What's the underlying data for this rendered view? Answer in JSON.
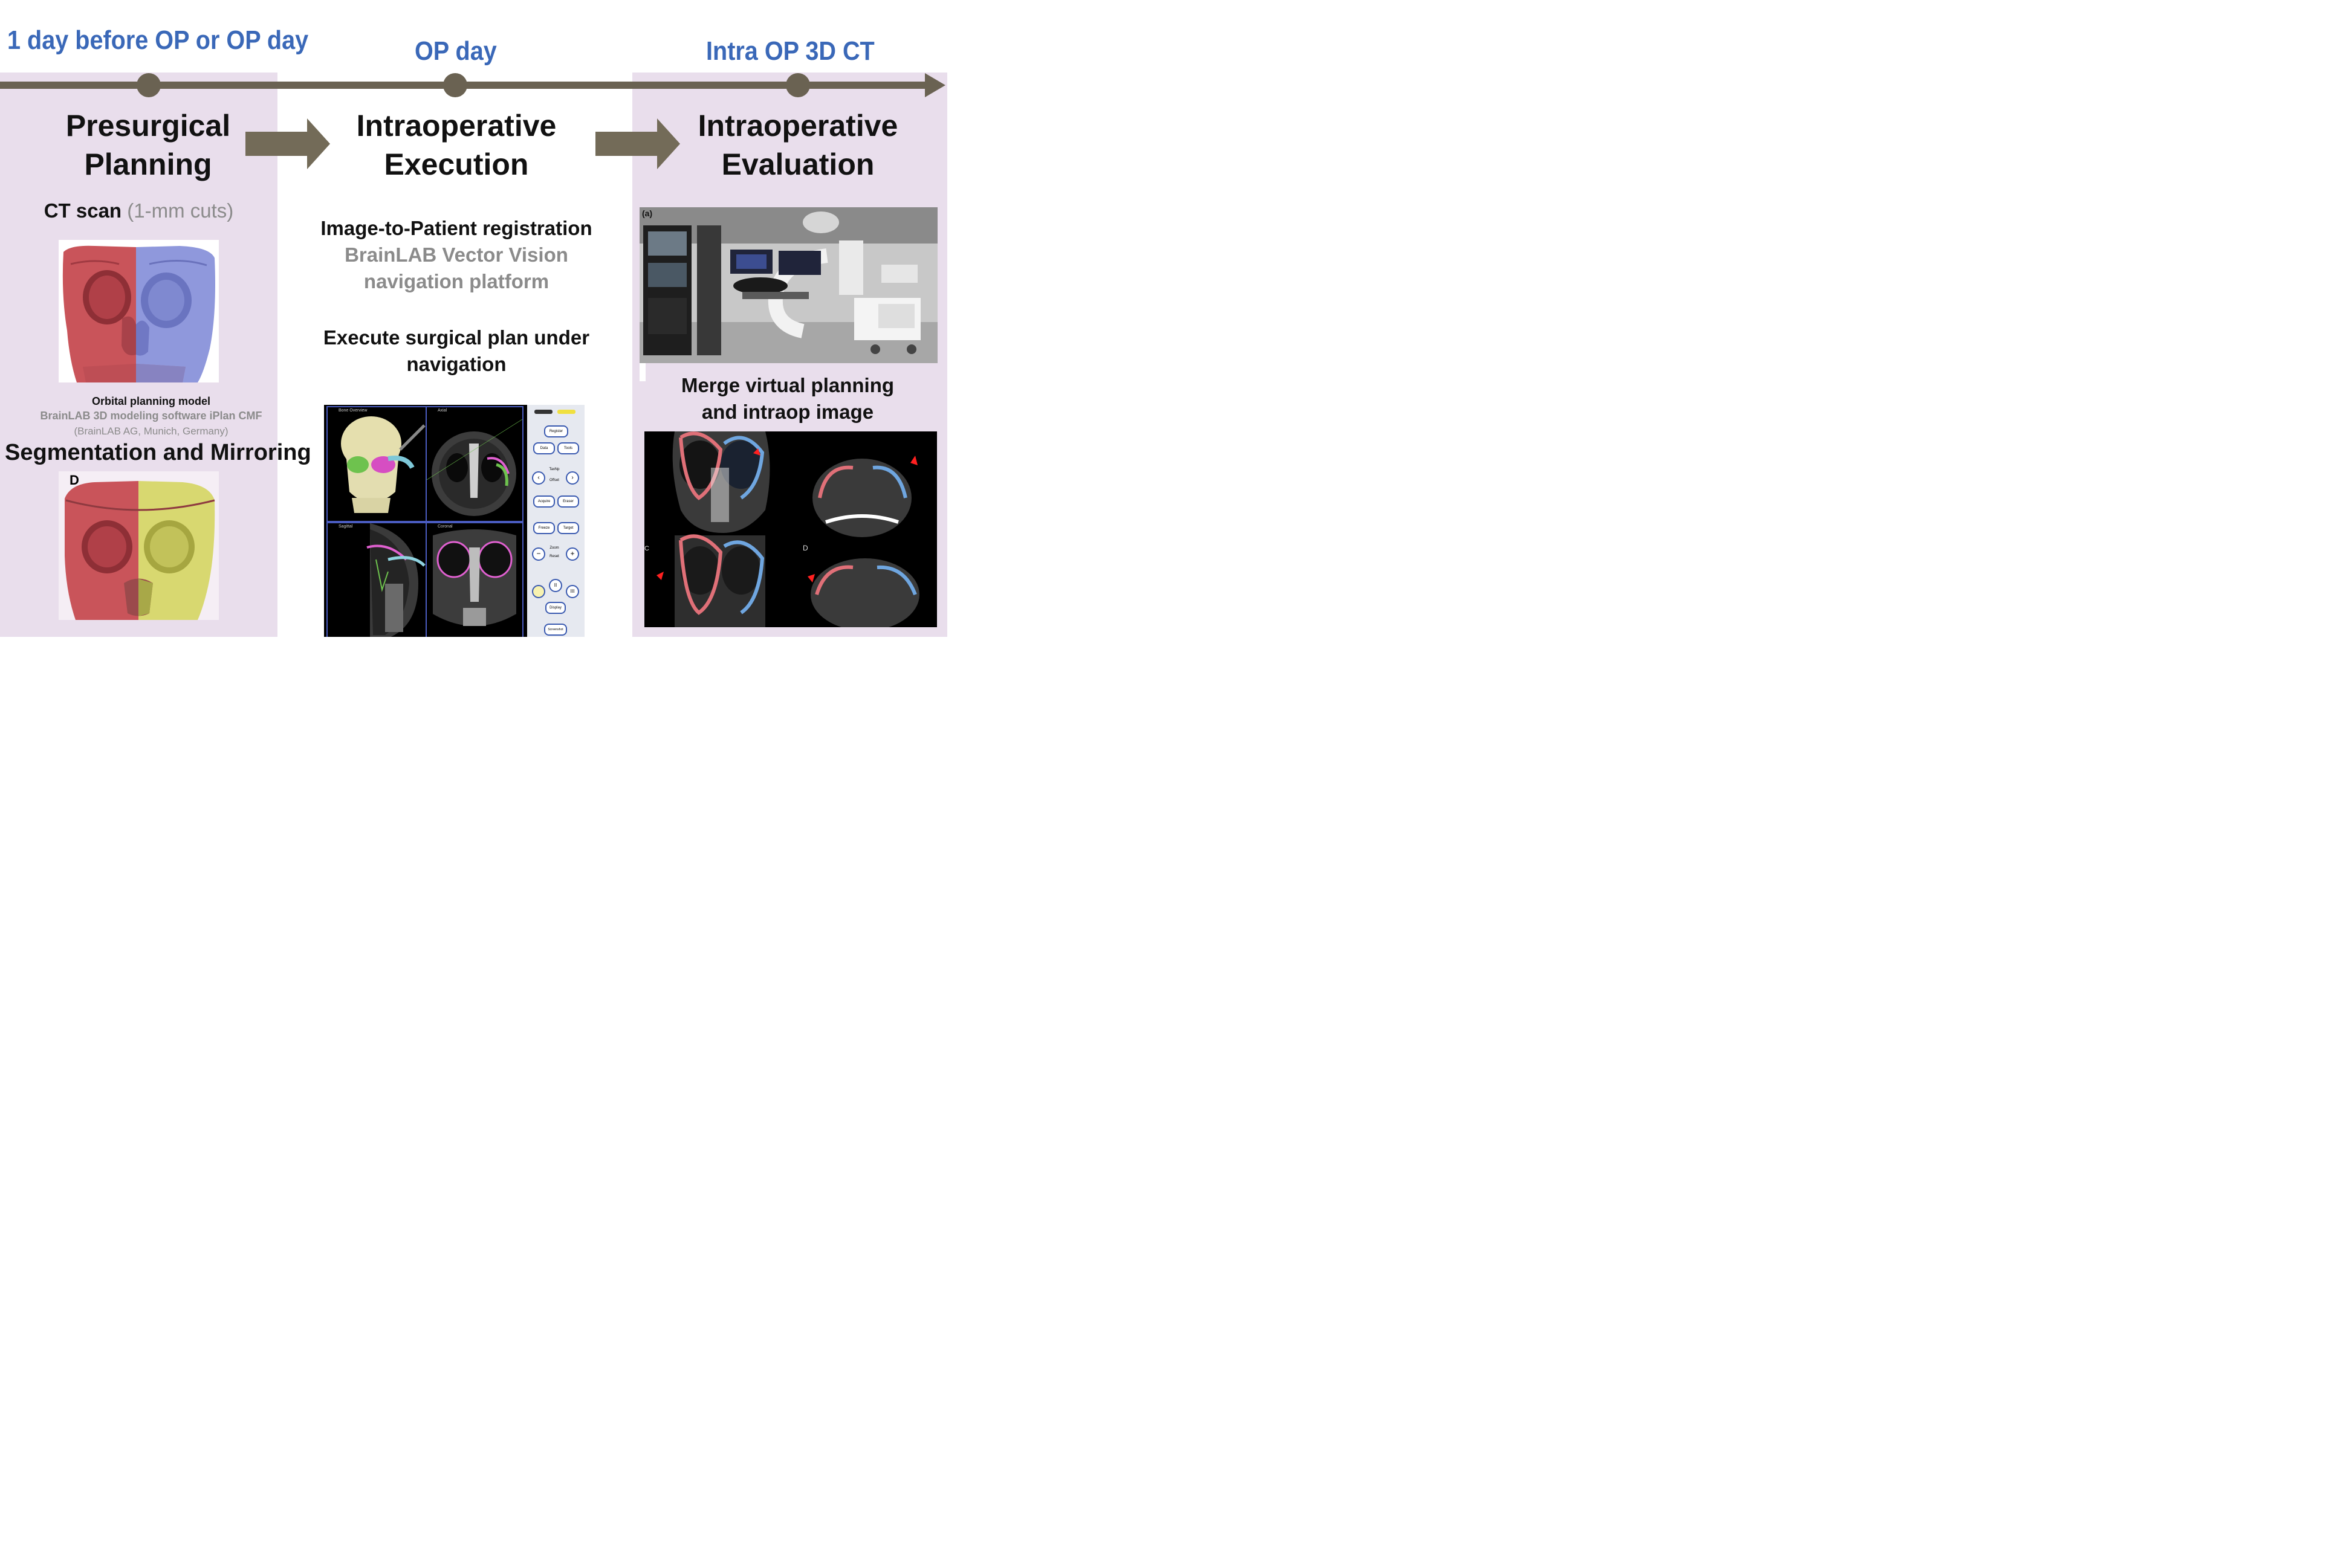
{
  "timeline": {
    "phases": [
      "1 day before OP or OP day",
      "OP day",
      "Intra OP 3D CT"
    ],
    "colors": {
      "phase_text": "#3a68b8",
      "timeline": "#6a6252",
      "panel": "#e9deec"
    }
  },
  "stages": {
    "planning": {
      "line1": "Presurgical",
      "line2": "Planning"
    },
    "execution": {
      "line1": "Intraoperative",
      "line2": "Execution"
    },
    "evaluation": {
      "line1": "Intraoperative",
      "line2": "Evaluation"
    }
  },
  "planning": {
    "ct_bold": "CT scan",
    "ct_grey": "(1-mm cuts)",
    "model_title": "Orbital planning model",
    "model_software": "BrainLAB 3D modeling software iPlan CMF",
    "model_vendor": "(BrainLAB AG, Munich, Germany)",
    "segmentation": "Segmentation and Mirroring",
    "image_letter": "D"
  },
  "execution": {
    "registration": "Image-to-Patient registration",
    "platform_line1": "BrainLAB Vector Vision",
    "platform_line2": "navigation platform",
    "execute_line1": "Execute surgical plan under",
    "execute_line2": "navigation",
    "nav_buttons": [
      "Register",
      "Data",
      "Tools",
      "TaxNp",
      "Offset",
      "Acquire",
      "Eraser",
      "Freeze",
      "Target",
      "Zoom",
      "Reset",
      "Display",
      "Screenshot"
    ],
    "nav_views": [
      "Bone Overview",
      "Axial",
      "Sagittal",
      "Coronal"
    ]
  },
  "evaluation": {
    "photo_label": "(a)",
    "merge_line1": "Merge virtual planning",
    "merge_line2": "and intraop image",
    "panel_letters": [
      "C",
      "D"
    ]
  }
}
